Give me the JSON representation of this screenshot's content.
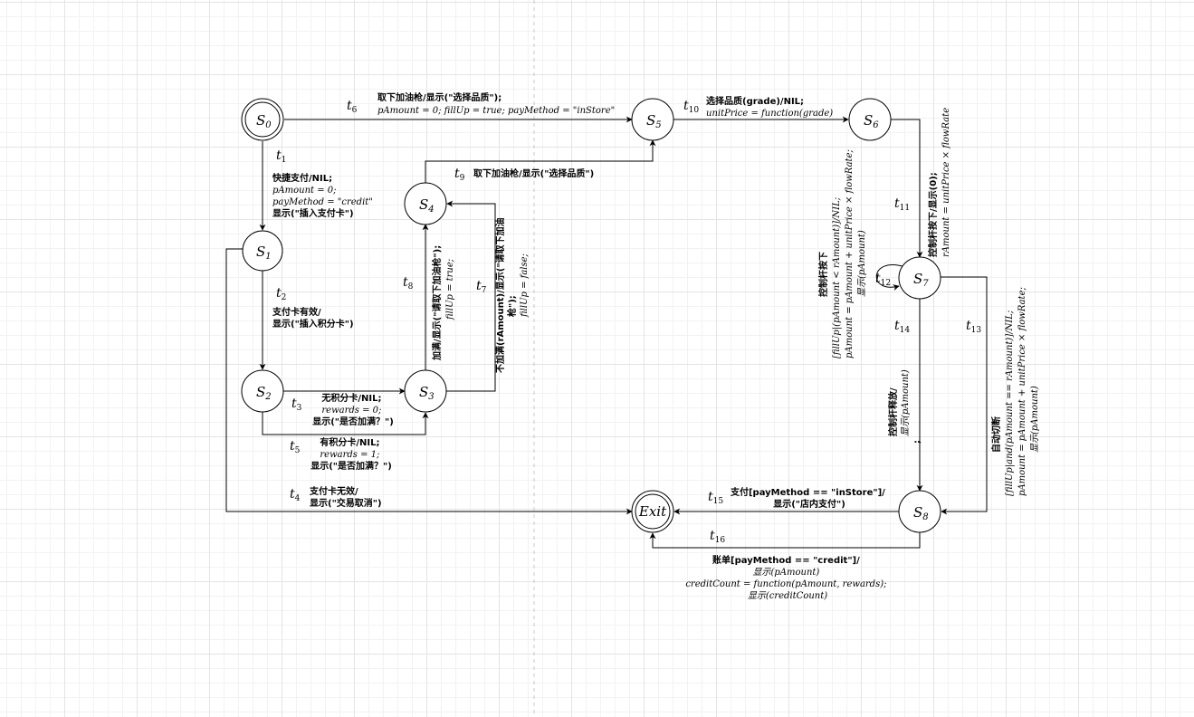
{
  "states": [
    {
      "id": "s0",
      "label": "S",
      "sub": "0"
    },
    {
      "id": "s1",
      "label": "S",
      "sub": "1"
    },
    {
      "id": "s2",
      "label": "S",
      "sub": "2"
    },
    {
      "id": "s3",
      "label": "S",
      "sub": "3"
    },
    {
      "id": "s4",
      "label": "S",
      "sub": "4"
    },
    {
      "id": "s5",
      "label": "S",
      "sub": "5"
    },
    {
      "id": "s6",
      "label": "S",
      "sub": "6"
    },
    {
      "id": "s7",
      "label": "S",
      "sub": "7"
    },
    {
      "id": "s8",
      "label": "S",
      "sub": "8"
    },
    {
      "id": "exit",
      "label": "Exit",
      "sub": ""
    }
  ],
  "transitions": [
    {
      "id": "t1",
      "name": "t",
      "sub": "1",
      "lines": [
        "快捷支付/NIL;",
        "pAmount = 0;",
        "payMethod = \"credit\"",
        "显示(\"插入支付卡\")"
      ]
    },
    {
      "id": "t2",
      "name": "t",
      "sub": "2",
      "lines": [
        "支付卡有效/",
        "显示(\"插入积分卡\")"
      ]
    },
    {
      "id": "t3",
      "name": "t",
      "sub": "3",
      "lines": [
        "无积分卡/NIL;",
        "rewards = 0;",
        "显示(\"是否加满？\")"
      ]
    },
    {
      "id": "t4",
      "name": "t",
      "sub": "4",
      "lines": [
        "支付卡无效/",
        "显示(\"交易取消\")"
      ]
    },
    {
      "id": "t5",
      "name": "t",
      "sub": "5",
      "lines": [
        "有积分卡/NIL;",
        "rewards = 1;",
        "显示(\"是否加满？\")"
      ]
    },
    {
      "id": "t6",
      "name": "t",
      "sub": "6",
      "lines": [
        "取下加油枪/显示(\"选择品质\");",
        "pAmount = 0; fillUp = true; payMethod = \"inStore\""
      ]
    },
    {
      "id": "t7",
      "name": "t",
      "sub": "7",
      "lines": [
        "不加满(rAmount)/显示(\"请取下加油",
        "枪\");",
        "fillUp = false;"
      ]
    },
    {
      "id": "t8",
      "name": "t",
      "sub": "8",
      "lines": [
        "加满/显示(\"请取下加油枪\");",
        "fillUp = true;"
      ]
    },
    {
      "id": "t9",
      "name": "t",
      "sub": "9",
      "lines": [
        "取下加油枪/显示(\"选择品质\")"
      ]
    },
    {
      "id": "t10",
      "name": "t",
      "sub": "10",
      "lines": [
        "选择品质(grade)/NIL;",
        "unitPrice = function(grade)"
      ]
    },
    {
      "id": "t11",
      "name": "t",
      "sub": "11",
      "lines": [
        "控制杆按下/显示(0);",
        "rAmount = unitPrice × flowRate"
      ]
    },
    {
      "id": "t12",
      "name": "t",
      "sub": "12",
      "lines": [
        "控制杆按下",
        "[fillUp|(pAmount < rAmount)]/NIL;",
        "pAmount = pAmount + unitPrice × flowRate;",
        "显示(pAmount)"
      ]
    },
    {
      "id": "t13",
      "name": "t",
      "sub": "13",
      "lines": [
        "自动切断",
        "[fillUp|and(pAmount == rAmount)]/NIL;",
        "pAmount = pAmount + unitPrice × flowRate;",
        "显示(pAmount)"
      ]
    },
    {
      "id": "t14",
      "name": "t",
      "sub": "14",
      "lines": [
        "控制杆释放/",
        "显示(pAmount)",
        ";"
      ]
    },
    {
      "id": "t15",
      "name": "t",
      "sub": "15",
      "lines": [
        "支付[payMethod == \"inStore\"]/",
        "显示(\"店内支付\")"
      ]
    },
    {
      "id": "t16",
      "name": "t",
      "sub": "16",
      "lines": [
        "账单[payMethod == \"credit\"]/",
        "显示(pAmount)",
        "creditCount = function(pAmount, rewards);",
        "显示(creditCount)"
      ]
    }
  ]
}
